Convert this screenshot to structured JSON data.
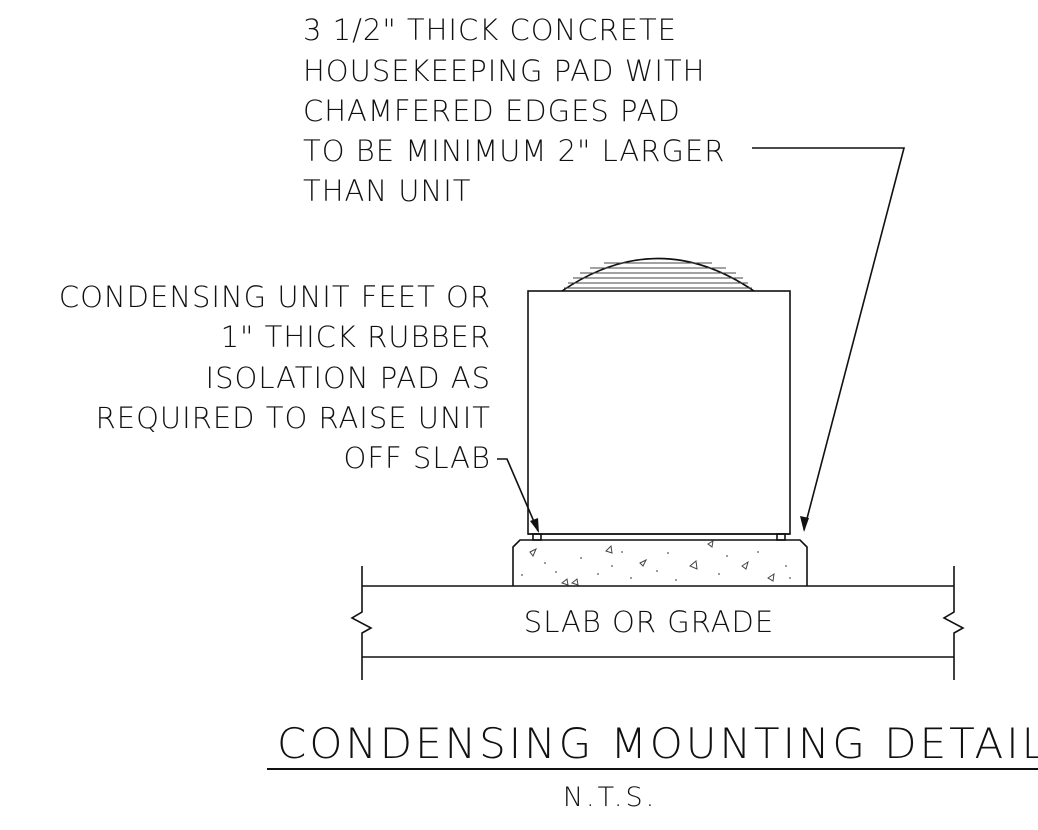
{
  "drawing": {
    "pad_note": {
      "lines": [
        "3 1/2\" THICK CONCRETE",
        "HOUSEKEEPING PAD WITH",
        "CHAMFERED EDGES PAD",
        "TO BE MINIMUM 2\" LARGER",
        "THAN UNIT"
      ]
    },
    "feet_note": {
      "lines": [
        "CONDENSING UNIT FEET OR",
        "1\" THICK RUBBER",
        "ISOLATION PAD AS",
        "REQUIRED TO RAISE UNIT",
        "OFF SLAB"
      ]
    },
    "slab_label": "SLAB OR GRADE",
    "title": "CONDENSING MOUNTING DETAIL",
    "scale_note": "N.T.S."
  }
}
